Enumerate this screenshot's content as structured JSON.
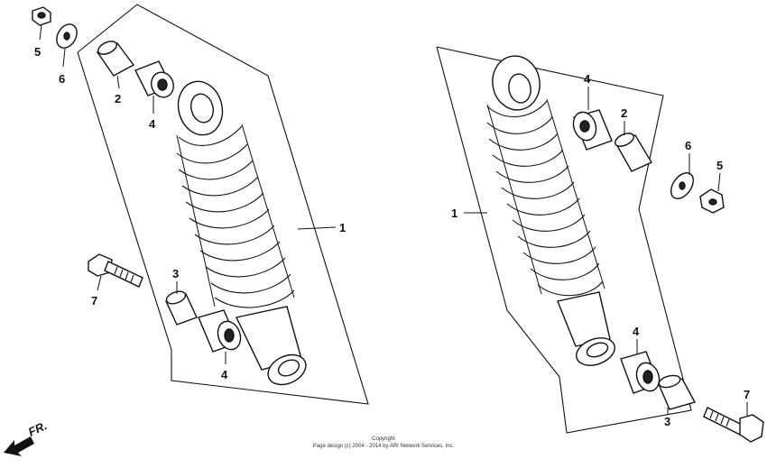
{
  "callouts": {
    "left": {
      "shock": "1",
      "collar_a": "2",
      "collar_b": "3",
      "bushing_top": "4",
      "bushing_bottom": "4",
      "nut": "5",
      "washer": "6",
      "bolt": "7"
    },
    "right": {
      "shock": "1",
      "collar_a": "2",
      "collar_b": "3",
      "bushing_top": "4",
      "bushing_bottom": "4",
      "nut": "5",
      "washer": "6",
      "bolt": "7"
    }
  },
  "direction_label": "FR.",
  "copyright": {
    "line1": "Copyright",
    "line2": "Page design (c) 2004 - 2014 by ARI Network Services, Inc."
  }
}
